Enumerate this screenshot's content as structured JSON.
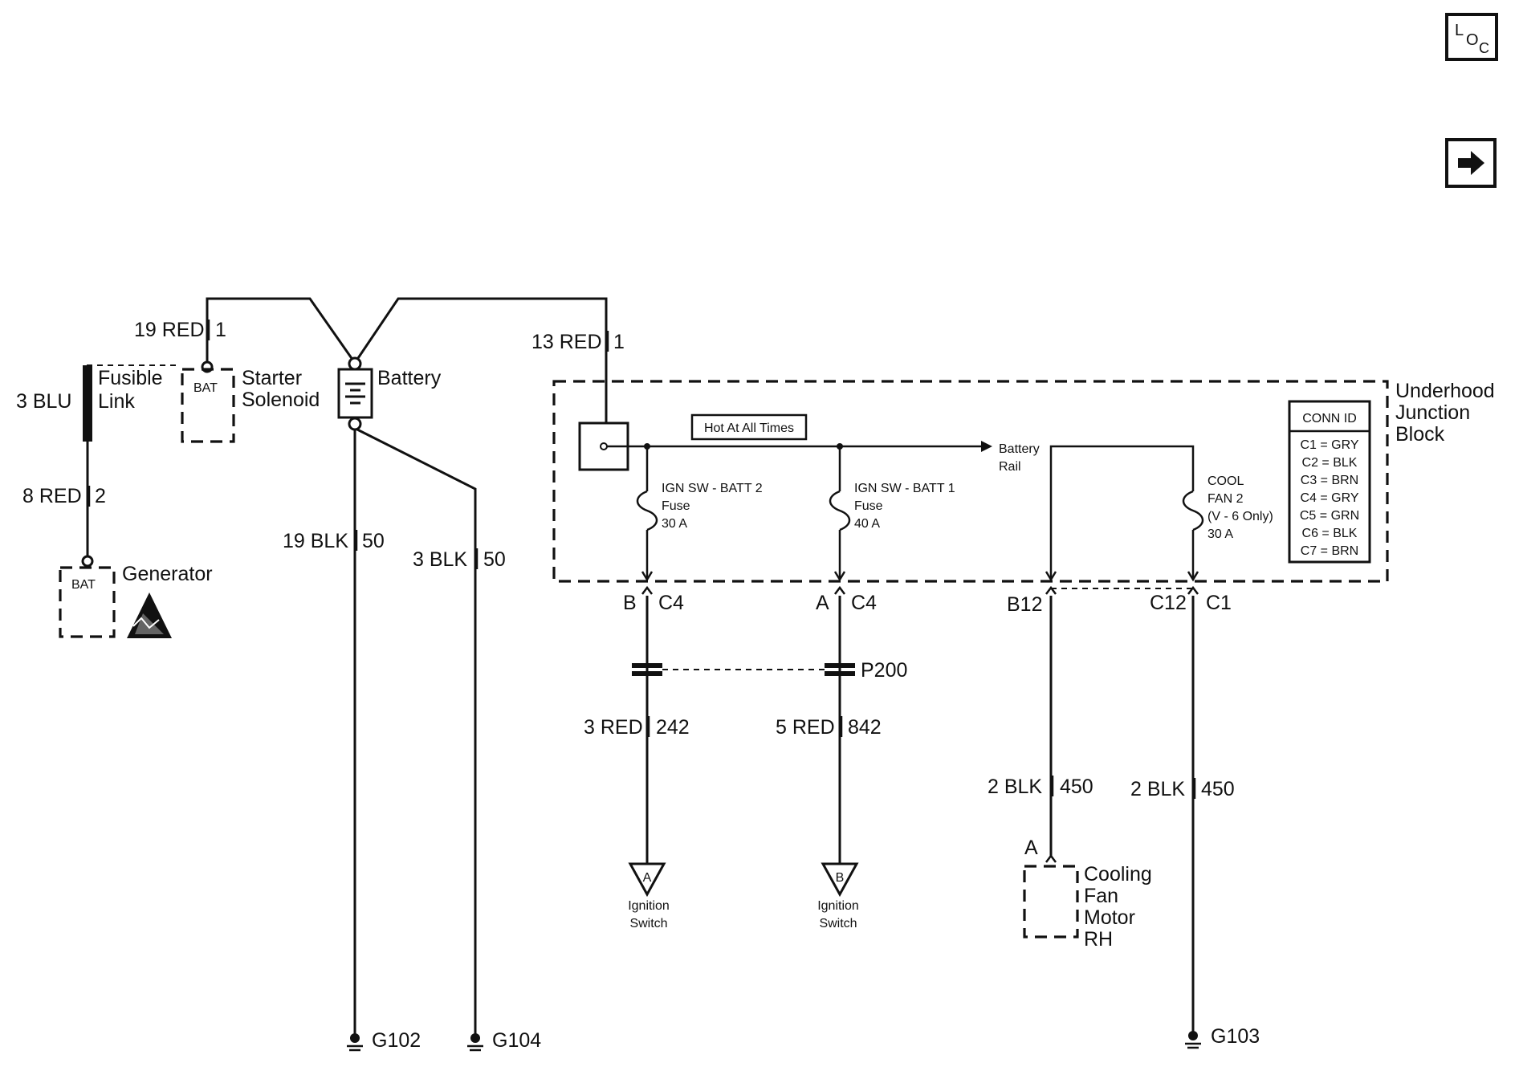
{
  "page_icons": {
    "loc_icon": "L O C",
    "next_icon": "right-arrow-icon"
  },
  "fusible_link": {
    "upper_wire_gauge_color": "3 BLU",
    "label_line1": "Fusible",
    "label_line2": "Link",
    "lower_wire_gauge_color": "8 RED",
    "lower_wire_circuit": "2"
  },
  "generator": {
    "terminal": "BAT",
    "label": "Generator"
  },
  "starter_solenoid": {
    "terminal": "BAT",
    "label_line1": "Starter",
    "label_line2": "Solenoid",
    "wire_gauge_color": "19 RED",
    "wire_circuit": "1"
  },
  "battery": {
    "label": "Battery",
    "ground_wire1_gauge_color": "19 BLK",
    "ground_wire1_circuit": "50",
    "ground_wire2_gauge_color": "3 BLK",
    "ground_wire2_circuit": "50",
    "ground1": "G102",
    "ground2": "G104"
  },
  "feed": {
    "wire_gauge_color": "13 RED",
    "wire_circuit": "1"
  },
  "junction_block": {
    "title_line1": "Underhood",
    "title_line2": "Junction",
    "title_line3": "Block",
    "hot_label": "Hot At All Times",
    "rail_line1": "Battery",
    "rail_line2": "Rail",
    "fuse1": {
      "line1": "IGN SW - BATT 2",
      "line2": "Fuse",
      "line3": "30 A"
    },
    "fuse2": {
      "line1": "IGN SW - BATT 1",
      "line2": "Fuse",
      "line3": "40 A"
    },
    "fuse3": {
      "line1": "COOL",
      "line2": "FAN 2",
      "line3": "(V - 6 Only)",
      "line4": "30 A"
    },
    "conn_id": {
      "title": "CONN ID",
      "rows": [
        "C1 = GRY",
        "C2 = BLK",
        "C3 = BRN",
        "C4 = GRY",
        "C5 = GRN",
        "C6 = BLK",
        "C7 = BRN"
      ]
    }
  },
  "connectors": {
    "c1_pin": "B",
    "c1_id": "C4",
    "c2_pin": "A",
    "c2_id": "C4",
    "c3_pin": "B12",
    "c4_pin": "C12",
    "c4_id": "C1",
    "p200": "P200"
  },
  "ignition_circuits": {
    "wire1_gauge_color": "3 RED",
    "wire1_circuit": "242",
    "wire2_gauge_color": "5 RED",
    "wire2_circuit": "842",
    "switch1_letter": "A",
    "switch1_line1": "Ignition",
    "switch1_line2": "Switch",
    "switch2_letter": "B",
    "switch2_line1": "Ignition",
    "switch2_line2": "Switch"
  },
  "cooling_fan": {
    "wire1_gauge_color": "2 BLK",
    "wire1_circuit": "450",
    "wire2_gauge_color": "2 BLK",
    "wire2_circuit": "450",
    "pin": "A",
    "label_line1": "Cooling",
    "label_line2": "Fan",
    "label_line3": "Motor",
    "label_line4": "RH",
    "ground": "G103"
  }
}
